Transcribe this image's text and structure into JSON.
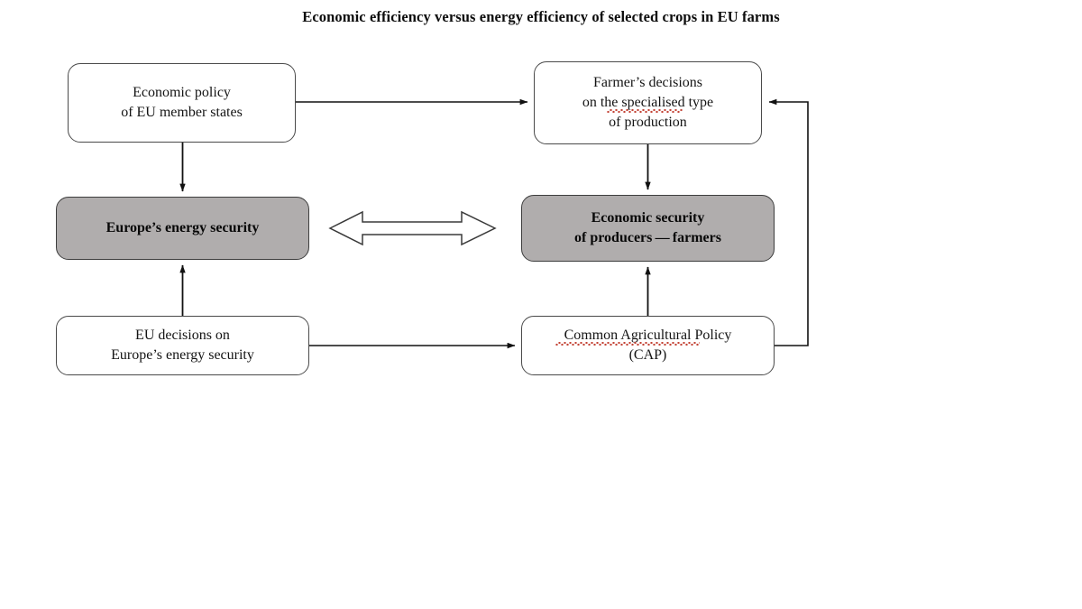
{
  "title": "Economic efficiency versus energy efficiency of selected crops in EU farms",
  "diagram": {
    "type": "flowchart",
    "style": {
      "highlight_fill": "#b0adad",
      "plain_fill": "#ffffff",
      "border_color": "#4a4a4a",
      "arrow_color": "#111111",
      "spellcheck_underline_color": "#c0392b"
    },
    "nodes": [
      {
        "id": "economic-policy",
        "label": "Economic policy\nof EU member states",
        "emphasis": "plain"
      },
      {
        "id": "farmer-decisions",
        "label": "Farmer’s decisions\non the specialised type\nof production",
        "emphasis": "plain",
        "spellcheck_words": [
          "specialised"
        ]
      },
      {
        "id": "energy-security",
        "label": "Europe’s energy security",
        "emphasis": "highlight"
      },
      {
        "id": "economic-security",
        "label": "Economic security\nof producers — farmers",
        "emphasis": "highlight"
      },
      {
        "id": "eu-decisions",
        "label": "EU decisions on\nEurope’s energy security",
        "emphasis": "plain"
      },
      {
        "id": "cap",
        "label": "Common Agricultural Policy\n(CAP)",
        "emphasis": "plain",
        "spellcheck_words": [
          "Common Agricultural"
        ]
      }
    ],
    "connectors": [
      {
        "id": "economic-policy-to-farmer-decisions",
        "from": "economic-policy",
        "to": "farmer-decisions",
        "kind": "arrow-right"
      },
      {
        "id": "economic-policy-to-energy-security",
        "from": "economic-policy",
        "to": "energy-security",
        "kind": "arrow-down"
      },
      {
        "id": "farmer-decisions-to-economic-security",
        "from": "farmer-decisions",
        "to": "economic-security",
        "kind": "arrow-down"
      },
      {
        "id": "eu-decisions-to-energy-security",
        "from": "eu-decisions",
        "to": "energy-security",
        "kind": "arrow-up"
      },
      {
        "id": "cap-to-economic-security",
        "from": "cap",
        "to": "economic-security",
        "kind": "arrow-up"
      },
      {
        "id": "eu-decisions-to-cap",
        "from": "eu-decisions",
        "to": "cap",
        "kind": "arrow-right"
      },
      {
        "id": "cap-to-farmer-decisions-feedback",
        "from": "cap",
        "to": "farmer-decisions",
        "kind": "elbow-feedback-arrow"
      },
      {
        "id": "energy-security-economic-security-link",
        "from": "energy-security",
        "to": "economic-security",
        "kind": "double-headed-block-arrow"
      }
    ]
  }
}
